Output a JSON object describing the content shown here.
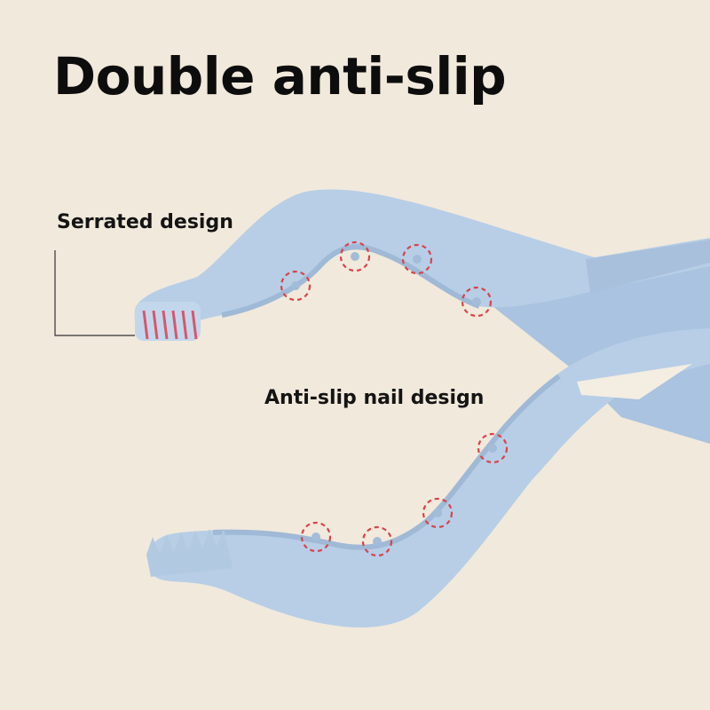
{
  "title": "Double anti-slip",
  "labels": {
    "serrated": "Serrated design",
    "nail": "Anti-slip nail design"
  },
  "colors": {
    "background": "#f1e9dc",
    "clip_body": "#b7cee6",
    "clip_shadow": "#9fb9d6",
    "highlight_circle": "#d8434a",
    "teeth_stripe": "#d7566a"
  }
}
